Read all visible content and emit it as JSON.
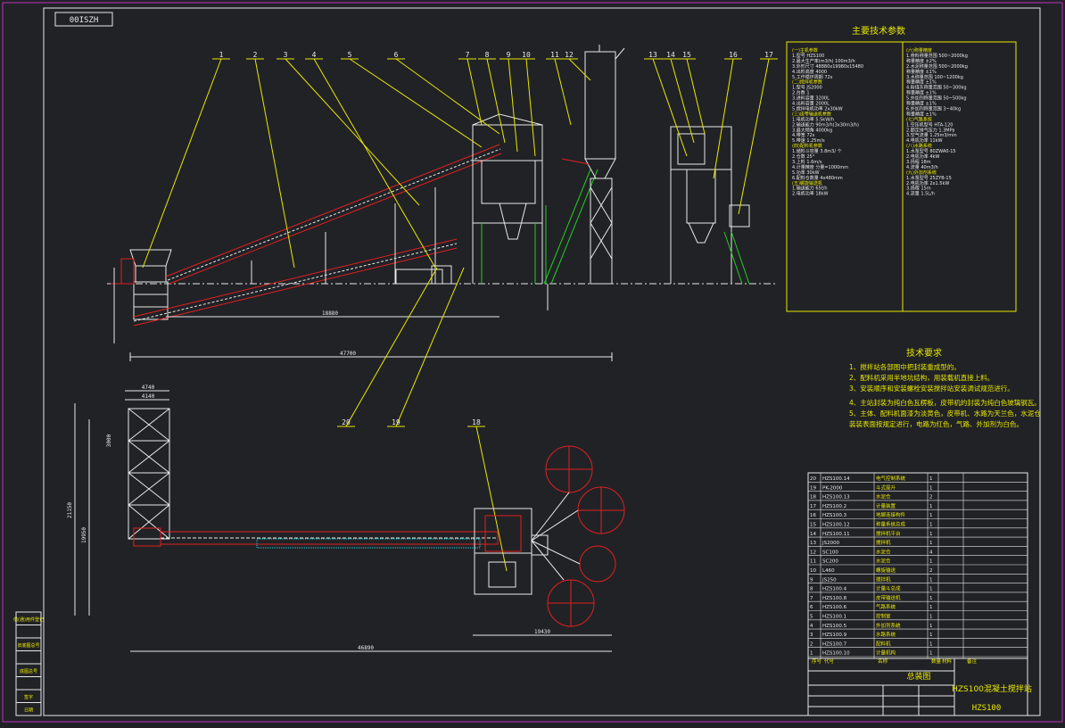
{
  "drawing": {
    "code_box": "00ISZH",
    "main_title": "HZS100混凝土搅拌站",
    "sub_title": "HZS100",
    "assembly_label": "总装图"
  },
  "balloons": [
    "1",
    "2",
    "3",
    "4",
    "5",
    "6",
    "7",
    "8",
    "9",
    "10",
    "11",
    "12",
    "13",
    "14",
    "15",
    "16",
    "17",
    "20",
    "19",
    "18"
  ],
  "dimensions": {
    "overall_length_elev": "47700",
    "belt_span": "18880",
    "plan_total": "46890",
    "plan_right": "19430",
    "plan_width": "21150",
    "plan_left_a": "19950",
    "plan_left_b": "4740",
    "plan_left_c": "4140",
    "plan_left_d": "3000"
  },
  "specs": {
    "title": "主要技术参数",
    "left": [
      "(一)主机参数",
      "1.型号 HZS100",
      "2.最大生产率(m3/h) 100m3/h",
      "3.外形尺寸 48880x19980x15480",
      "4.出料高度 4000",
      "5.工作循环周期 72s",
      "(二)搅拌机参数",
      "1.型号 JS2000",
      "2.台数 1",
      "3.进料容量 3200L",
      "4.出料容量 2000L",
      "5.搅拌电机功率 2x30kW",
      "(三)皮带输送机参数",
      "1.电机功率 5.5kW/h",
      "2.输送能力 90m3/h(3x30m3/h)",
      "3.最大倾角 4000kg",
      "4.带宽 72s",
      "5.带速 1.25m/s",
      "(四)配料机参数",
      "1.储料斗容量 3.8m3/ 个",
      "2.仓数 25°",
      "3.上料 1.6m/s",
      "4.计量精度 分量=1000mm",
      "5.功率 30kW",
      "6.配料仓数量 4x480mm",
      "(五)螺旋输送机",
      "1.输送能力 65t/h",
      "2.电机功率 18kW"
    ],
    "right": [
      "(六)称量精度",
      "1.骨料称量范围 500~2000kg",
      "称量精度 ±2%",
      "2.水泥称量范围 500~2000kg",
      "称量精度 ±1%",
      "3.水称量范围 100~1200kg",
      "称量精度 ±1%",
      "4.粉煤灰称量范围 50~300kg",
      "称量精度 ±1%",
      "5.外加剂称量范围 50~500kg",
      "称量精度 ±1%",
      "6.外加剂称量范围 3~40kg",
      "称量精度 ±1%",
      "(七)气路系统",
      "1.空压机型号 HTA-120",
      "2.额定排气压力 1.3MPa",
      "3.空气流量 1.25m3/min",
      "4.电机功率 11kW",
      "(八)水路系统",
      "1.水泵型号 80ZWA0-15",
      "2.电机功率 4kW",
      "3.扬程 18m",
      "4.流量 40m3/h",
      "(九)外加剂系统",
      "1.水泵型号 25ZYB-15",
      "2.电机功率 2x1.5kW",
      "3.扬程 15m",
      "4.流量 1.5L/h"
    ]
  },
  "requirements": {
    "title": "技术要求",
    "items": [
      "1、搅拌站各部图中把封装重成型的。",
      "2、配料机采用半地坑结构，用装载机直接上料。",
      "3、安装顺序和安装螺栓安装搅拌站安装调试规范进行。",
      "4、主站封装为纯白色瓦楞板，皮带机的封装为纯白色玻璃钢瓦。",
      "5、主体、配料机面漆为淡黄色，皮带机、水路为天兰色，水泥仓",
      "  装装表面按规定进行，电路为红色，气路、外加剂为白色。"
    ]
  },
  "bom": {
    "rows": [
      [
        "20",
        "HZS100.14",
        "电气控制系统",
        "1"
      ],
      [
        "19",
        "PK-2000",
        "斗式提升",
        "1"
      ],
      [
        "18",
        "HZS100.13",
        "水泥仓",
        "2"
      ],
      [
        "17",
        "HZS100.2",
        "计量装置",
        "1"
      ],
      [
        "16",
        "HZS100.3",
        "地脚连接构件",
        "1"
      ],
      [
        "15",
        "HZS100.12",
        "称量系统总成",
        "1"
      ],
      [
        "14",
        "HZS100.11",
        "搅拌机平台",
        "1"
      ],
      [
        "13",
        "JS2000",
        "搅拌机",
        "1"
      ],
      [
        "12",
        "SC100",
        "水泥仓",
        "4"
      ],
      [
        "11",
        "SC200",
        "水泥仓",
        "1"
      ],
      [
        "10",
        "L460",
        "螺旋输送",
        "2"
      ],
      [
        "9",
        "JS250",
        "搅拌机",
        "1"
      ],
      [
        "8",
        "HZS100.4",
        "计量斗总成",
        "1"
      ],
      [
        "7",
        "HZS100.8",
        "皮带输送机",
        "1"
      ],
      [
        "6",
        "HZS100.6",
        "气路系统",
        "1"
      ],
      [
        "5",
        "HZS100.1",
        "控制室",
        "1"
      ],
      [
        "4",
        "HZS100.5",
        "外加剂系统",
        "1"
      ],
      [
        "3",
        "HZS100.9",
        "水路系统",
        "1"
      ],
      [
        "2",
        "HZS100.7",
        "配料机",
        "1"
      ],
      [
        "1",
        "HZS100.10",
        "计量机构",
        "1"
      ]
    ],
    "header": [
      "序号",
      "代号",
      "名称",
      "数量",
      "材料",
      "备注"
    ]
  },
  "left_strip": [
    "借(通)用件登记",
    "",
    "旧底图总号",
    "",
    "底图总号",
    "",
    "签字",
    "日期"
  ],
  "colors": {
    "background": "#212226",
    "line_yellow": "#e8e800",
    "line_white": "#e8e8e8",
    "line_green": "#20d020",
    "line_cyan": "#20d8e0",
    "line_red": "#e02020",
    "frame_magenta": "#d020d0"
  }
}
